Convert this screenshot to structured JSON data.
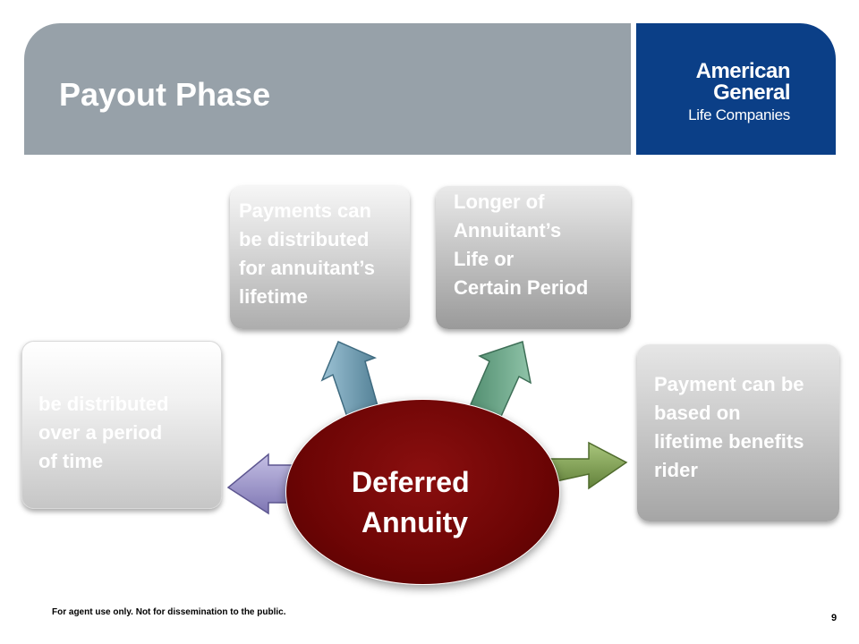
{
  "header": {
    "title": "Payout Phase"
  },
  "logo": {
    "line1": "American",
    "line2": "General",
    "line3": "Life Companies",
    "background_color": "#0b3f87"
  },
  "center": {
    "line1": "Deferred",
    "line2": "Annuity",
    "color": "#6d0505"
  },
  "boxes": {
    "left": {
      "lines": [
        "be distributed",
        "over a period",
        "of time"
      ]
    },
    "top_left": {
      "lines": [
        "Payments can",
        "be distributed",
        "for annuitant’s",
        "lifetime"
      ]
    },
    "top_right": {
      "lines": [
        "Longer of",
        "Annuitant’s",
        "Life or",
        "Certain Period"
      ]
    },
    "right": {
      "lines": [
        "Payment can be",
        "based on",
        "lifetime benefits",
        "rider"
      ]
    }
  },
  "arrows": {
    "left_color": "#9c95c8",
    "top_left_color": "#6f9bb0",
    "top_right_color": "#5f9c80",
    "right_color": "#7f9e50"
  },
  "footer": {
    "note": "For agent use only. Not for dissemination to the public.",
    "page_number": "9"
  }
}
